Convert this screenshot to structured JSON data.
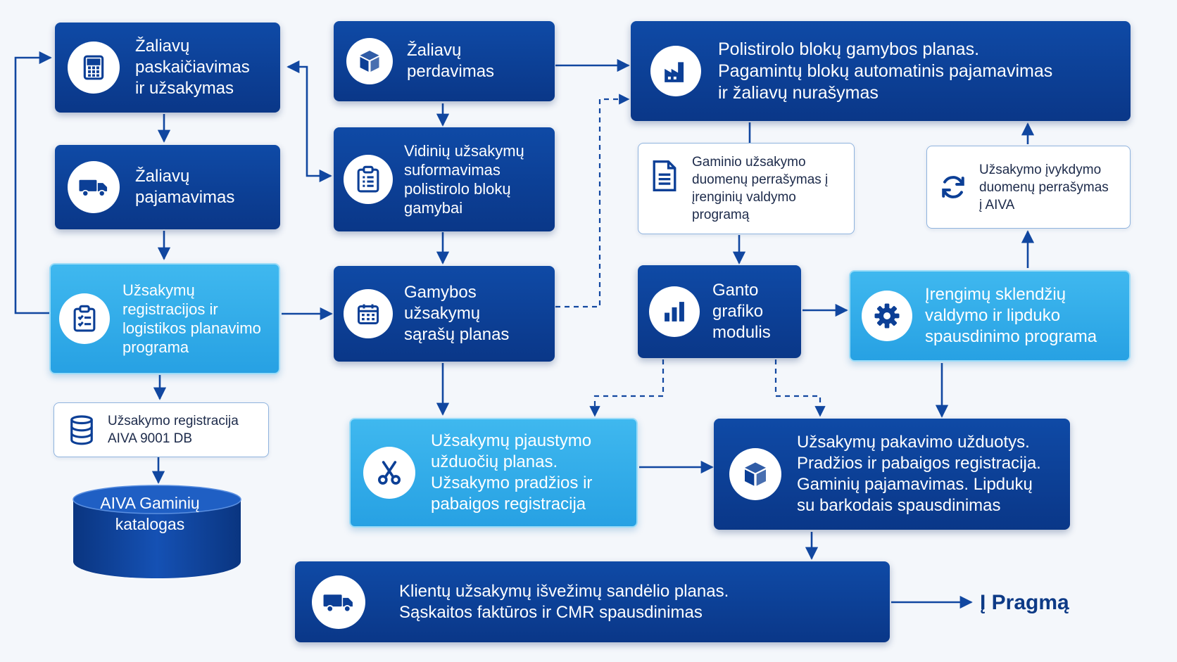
{
  "nodes": {
    "zaliavu_paskaiciavimas": {
      "icon": "calculator-icon",
      "lines": [
        "Žaliavų",
        "paskaičiavimas",
        "ir užsakymas"
      ]
    },
    "zaliavu_pajamavimas": {
      "icon": "truck-icon",
      "lines": [
        "Žaliavų",
        "pajamavimas"
      ]
    },
    "uzsakymu_registracijos": {
      "icon": "clipboard-check-icon",
      "lines": [
        "Užsakymų",
        "registracijos ir",
        "logistikos planavimo",
        "programa"
      ]
    },
    "uzsakymo_registracija_db": {
      "icon": "database-icon",
      "lines": [
        "Užsakymo registracija",
        "AIVA 9001 DB"
      ]
    },
    "aiva_gaminiu_katalogas": {
      "icon": "cylinder-database-shape",
      "lines": [
        "AIVA Gaminių",
        "katalogas"
      ]
    },
    "zaliavu_perdavimas": {
      "icon": "package-icon",
      "lines": [
        "Žaliavų",
        "perdavimas"
      ]
    },
    "vidiniu_uzsakymu": {
      "icon": "clipboard-list-icon",
      "lines": [
        "Vidinių užsakymų",
        "suformavimas",
        "polistirolo blokų",
        "gamybai"
      ]
    },
    "gamybos_planas": {
      "icon": "calendar-icon",
      "lines": [
        "Gamybos",
        "užsakymų",
        "sąrašų planas"
      ]
    },
    "polistirolo_bloku": {
      "icon": "factory-icon",
      "lines": [
        "Polistirolo blokų gamybos planas.",
        "Pagamintų blokų automatinis pajamavimas",
        "ir žaliavų nurašymas"
      ]
    },
    "gaminio_uzsakymo_duomenu": {
      "icon": "document-icon",
      "lines": [
        "Gaminio užsakymo",
        "duomenų perrašymas į",
        "įrenginių valdymo",
        "programą"
      ]
    },
    "uzsakymo_ivykdymo": {
      "icon": "sync-icon",
      "lines": [
        "Užsakymo įvykdymo",
        "duomenų perrašymas",
        "į AIVA"
      ]
    },
    "ganto_grafiko": {
      "icon": "bar-chart-icon",
      "lines": [
        "Ganto",
        "grafiko",
        "modulis"
      ]
    },
    "irengimu_sklendziu": {
      "icon": "gear-icon",
      "lines": [
        "Įrengimų sklendžių",
        "valdymo ir lipduko",
        "spausdinimo programa"
      ]
    },
    "pjaustymo_uzduociu": {
      "icon": "scissors-icon",
      "lines": [
        "Užsakymų pjaustymo",
        "užduočių planas.",
        "Užsakymo pradžios ir",
        "pabaigos registracija"
      ]
    },
    "pakavimo_uzduotys": {
      "icon": "package-icon",
      "lines": [
        "Užsakymų pakavimo užduotys.",
        "Pradžios ir pabaigos registracija.",
        "Gaminių pajamavimas. Lipdukų",
        "su barkodais spausdinimas"
      ]
    },
    "klientu_isvezimu": {
      "icon": "truck-icon",
      "lines": [
        "Klientų užsakymų išvežimų sandėlio planas.",
        "Sąskaitos faktūros ir CMR spausdinimas"
      ]
    }
  },
  "exit_label": "Į Pragmą",
  "colors": {
    "dark": "#0c3f96",
    "light": "#2aa9e8",
    "arrow": "#1147a0",
    "white_border": "#8fb3de"
  }
}
